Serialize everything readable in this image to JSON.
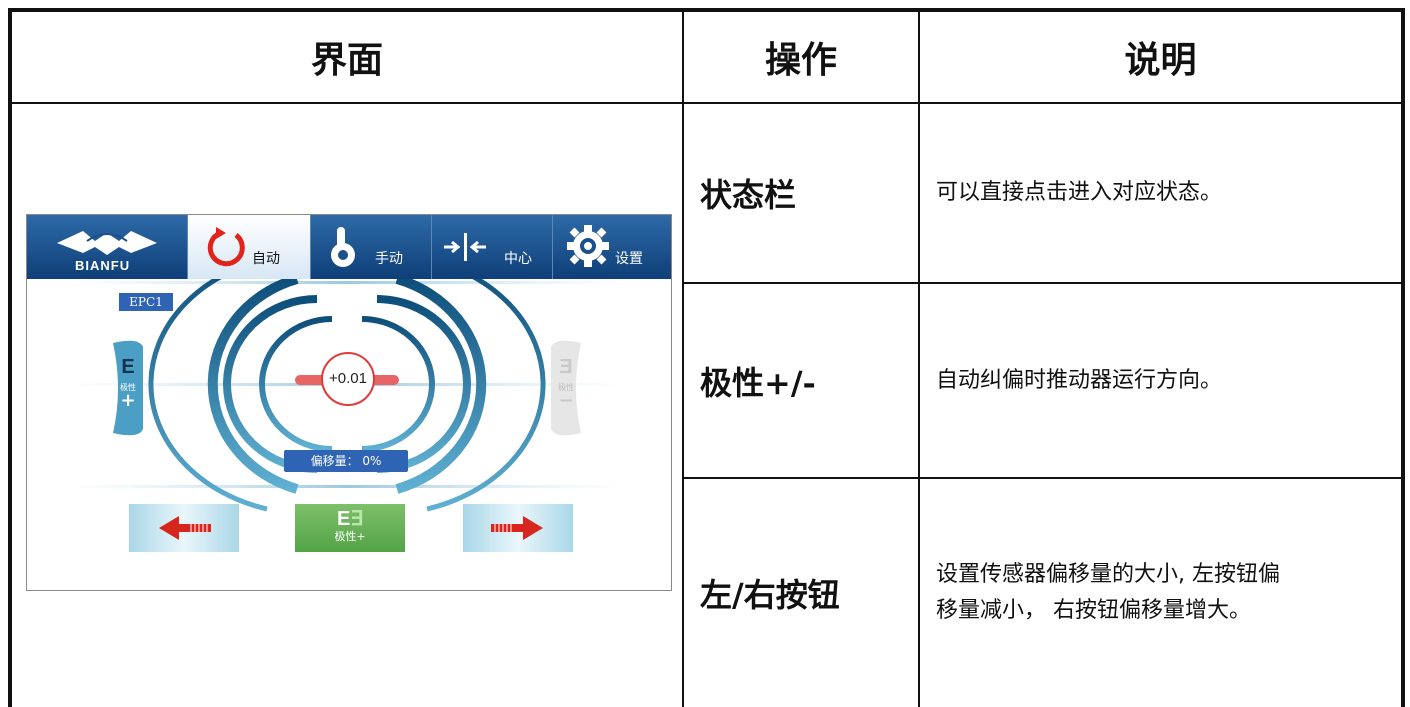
{
  "table": {
    "headers": [
      "界面",
      "操作",
      "说明"
    ],
    "rows": [
      {
        "operation": "状态栏",
        "description": "可以直接点击进入对应状态。"
      },
      {
        "operation": "极性+/-",
        "description": "自动纠偏时推动器运行方向。"
      },
      {
        "operation": "左/右按钮",
        "description_line1": "设置传感器偏移量的大小, 左按钮偏",
        "description_line2": "移量减小， 右按钮偏移量增大。"
      }
    ]
  },
  "hmi": {
    "brand": "BIANFU",
    "tabs": [
      {
        "label": "自动",
        "icon": "refresh-icon",
        "active": true
      },
      {
        "label": "手动",
        "icon": "hand-icon",
        "active": false
      },
      {
        "label": "中心",
        "icon": "center-icon",
        "active": false
      },
      {
        "label": "设置",
        "icon": "gear-icon",
        "active": false
      }
    ],
    "channel": "EPC1",
    "center_value": "+0.01",
    "offset_label": "偏移量：  0%",
    "polarity_left": {
      "letter": "E",
      "label": "极性",
      "sign": "+"
    },
    "polarity_right": {
      "letter": "E",
      "label": "极性",
      "sign": "−"
    },
    "polarity_button": {
      "letters_a": "E",
      "letters_b": "∃",
      "label": "极性+"
    },
    "colors": {
      "bar": "#1c4f8c",
      "accent_blue": "#2f64b4",
      "green": "#5aa84a",
      "red": "#e03b3b"
    }
  }
}
